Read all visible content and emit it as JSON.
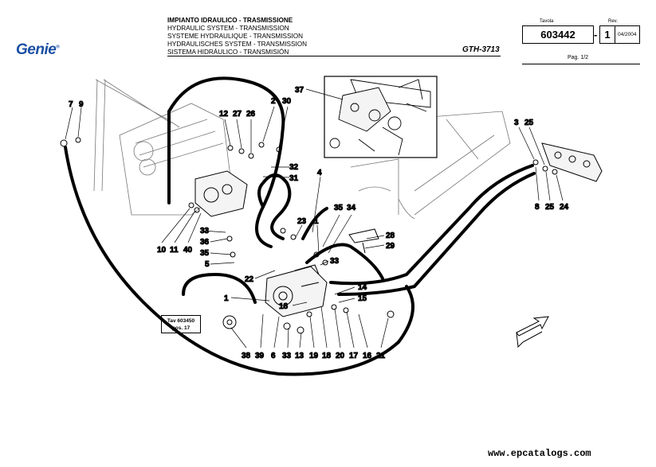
{
  "header": {
    "brand": "Genie",
    "titles": [
      "IMPIANTO IDRAULICO - TRASMISSIONE",
      "HYDRAULIC SYSTEM - TRANSMISSION",
      "SYSTEME HYDRAULIQUE - TRANSMISSION",
      "HYDRAULISCHES SYSTEM - TRANSMISSION",
      "SISTEMA HIDRÁULICO - TRANSMISIÓN"
    ],
    "model": "GTH-3713",
    "tavola_label": "Tavola",
    "tavola_value": "603442",
    "separator": "-",
    "rev_label": "Rev.",
    "rev_value": "1",
    "rev_date": "04/2004",
    "page": "Pag. 1/2"
  },
  "reference_box": {
    "line1": "Tav 603450",
    "line2": "pos. 17"
  },
  "callouts": {
    "c37": "37",
    "c7": "7",
    "c9": "9",
    "c12": "12",
    "c27": "27",
    "c26": "26",
    "c2": "2",
    "c30": "30",
    "c32": "32",
    "c31": "31",
    "c4": "4",
    "c3": "3",
    "c25a": "25",
    "c8": "8",
    "c25b": "25",
    "c24": "24",
    "c35a": "35",
    "c34": "34",
    "c23": "23",
    "c1a": "1",
    "c28": "28",
    "c29": "29",
    "c33a": "33",
    "c36": "36",
    "c35b": "35",
    "c5": "5",
    "c10": "10",
    "c11": "11",
    "c40": "40",
    "c33b": "33",
    "c22": "22",
    "c14": "14",
    "c15": "15",
    "c1b": "1",
    "c18a": "18",
    "c38": "38",
    "c39": "39",
    "c6": "6",
    "c33c": "33",
    "c13": "13",
    "c19": "19",
    "c18b": "18",
    "c20": "20",
    "c17": "17",
    "c16": "16",
    "c21": "21"
  },
  "footer": {
    "watermark": "www.epcatalogs.com"
  }
}
